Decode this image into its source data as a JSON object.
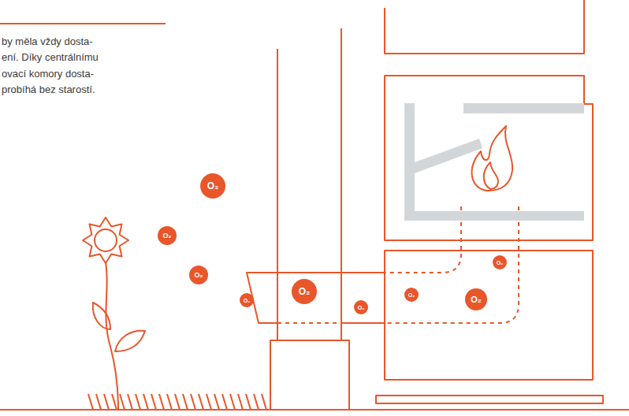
{
  "diagram": {
    "nodes": [
      {
        "text": [
          "O₂"
        ]
      },
      {
        "text": [
          "O₂"
        ]
      },
      {
        "text": [
          "O₂"
        ]
      },
      {
        "text": [
          "O₂"
        ]
      },
      {
        "text": [
          "O₂"
        ]
      },
      {
        "text": [
          "O₂"
        ]
      },
      {
        "text": [
          "O₂"
        ]
      },
      {
        "text": [
          "O₂"
        ]
      },
      {
        "text": [
          "O₂"
        ]
      }
    ],
    "labels": [
      "by měla vždy dosta-",
      "ení. Díky centrálnímu",
      "ovací komory dosta-",
      "probíhá bez starostí."
    ]
  }
}
